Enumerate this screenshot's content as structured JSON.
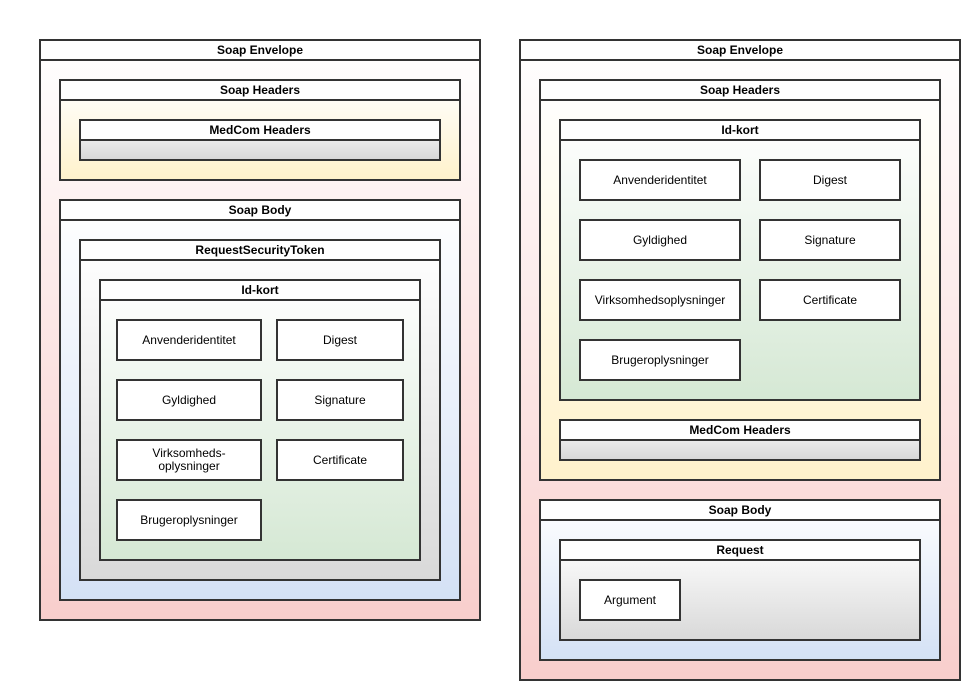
{
  "left": {
    "envelope": "Soap Envelope",
    "headers": "Soap Headers",
    "medcom": "MedCom Headers",
    "body": "Soap Body",
    "rst": "RequestSecurityToken",
    "idkort": "Id-kort",
    "items": {
      "anvender": "Anvenderidentitet",
      "digest": "Digest",
      "gyldighed": "Gyldighed",
      "signature": "Signature",
      "virksomhed_line1": "Virksomheds-",
      "virksomhed_line2": "oplysninger",
      "certificate": "Certificate",
      "bruger": "Brugeroplysninger"
    }
  },
  "right": {
    "envelope": "Soap Envelope",
    "headers": "Soap Headers",
    "idkort": "Id-kort",
    "items": {
      "anvender": "Anvenderidentitet",
      "digest": "Digest",
      "gyldighed": "Gyldighed",
      "signature": "Signature",
      "virksomhed": "Virksomhedsoplysninger",
      "certificate": "Certificate",
      "bruger": "Brugeroplysninger"
    },
    "medcom": "MedCom Headers",
    "body": "Soap Body",
    "request": "Request",
    "argument": "Argument"
  }
}
